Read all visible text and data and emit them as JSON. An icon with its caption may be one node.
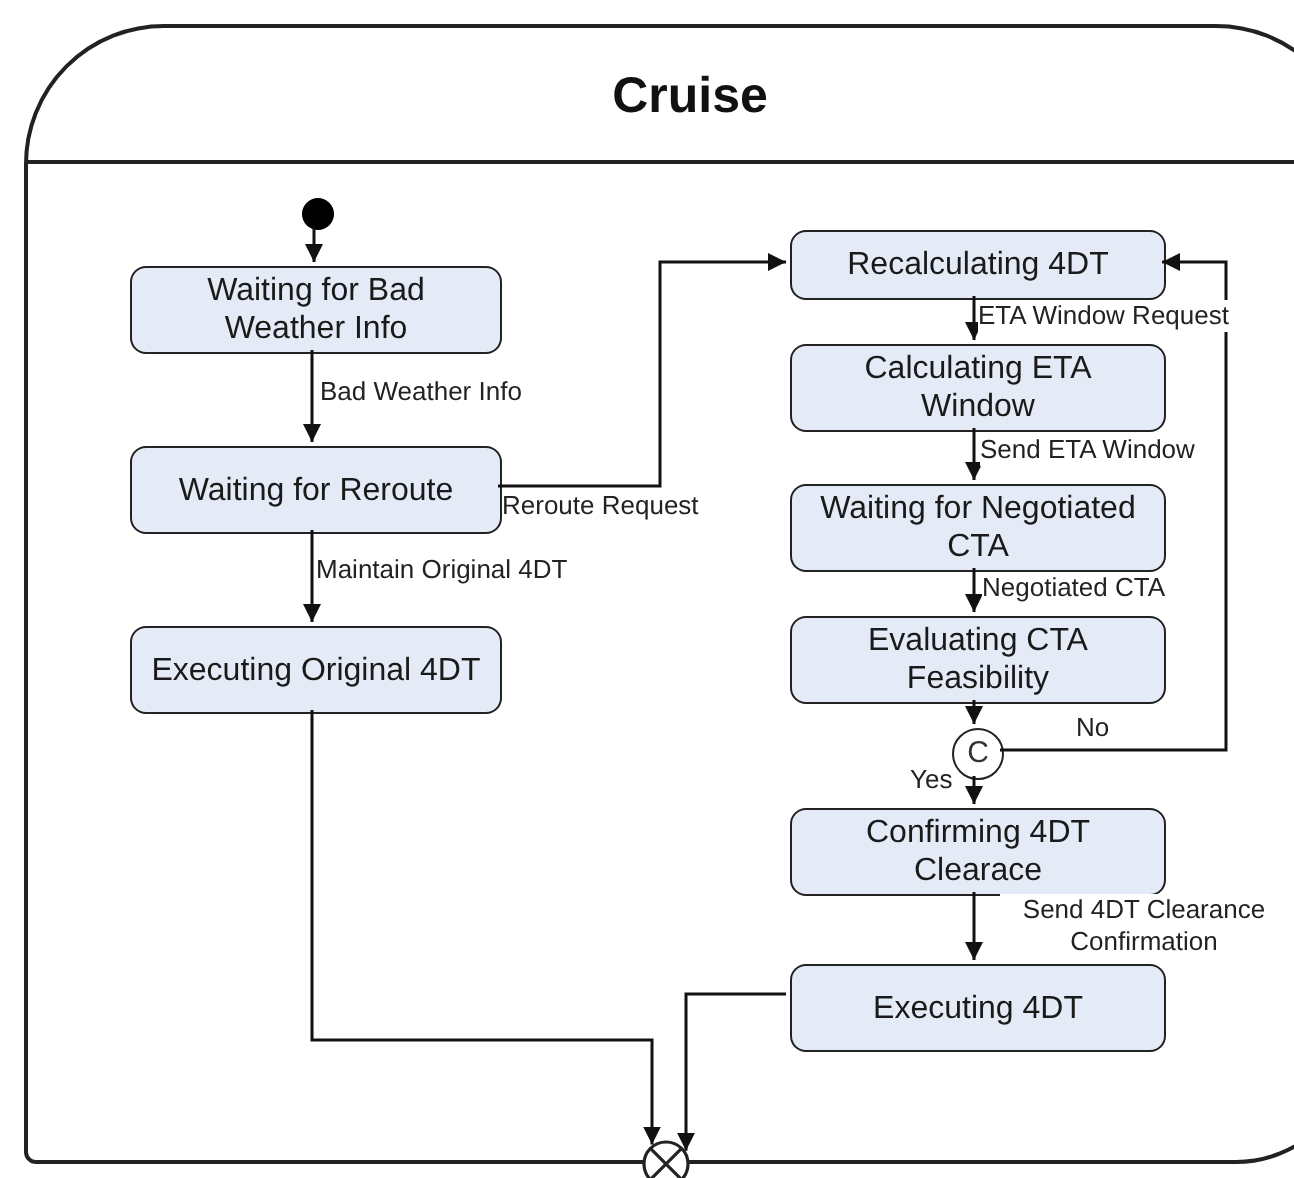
{
  "diagram": {
    "nodes": [
      {
        "text": [
          "Cruise"
        ]
      },
      {
        "text": [],
        "shape": "circle",
        "in": 0
      },
      {
        "text": [
          "Waiting for Bad Weather Info"
        ],
        "in": 0
      },
      {
        "text": [
          "Waiting for Reroute"
        ],
        "in": 0
      },
      {
        "text": [
          "Executing Original 4DT"
        ],
        "in": 0
      },
      {
        "text": [
          "Recalculating 4DT"
        ],
        "in": 0
      },
      {
        "text": [
          "Calculating ETA Window"
        ],
        "in": 0
      },
      {
        "text": [
          "Waiting for Negotiated CTA"
        ],
        "in": 0
      },
      {
        "text": [
          "Evaluating CTA Feasibility"
        ],
        "in": 0
      },
      {
        "text": [
          "C"
        ],
        "in": 0
      },
      {
        "text": [
          "Confirming 4DT Clearace"
        ],
        "in": 0
      },
      {
        "text": [
          "Executing 4DT"
        ],
        "in": 0
      },
      {
        "text": [],
        "shape": "circle"
      }
    ],
    "edges": [
      {
        "from": 1,
        "to": 2,
        "arrow": "to"
      },
      {
        "from": 2,
        "to": 3,
        "arrow": "to",
        "label": "Bad Weather Info"
      },
      {
        "from": 3,
        "to": 5,
        "arrow": "to",
        "label": "Reroute Request"
      },
      {
        "from": 3,
        "to": 4,
        "arrow": "to",
        "label": "Maintain Original 4DT"
      },
      {
        "from": 5,
        "to": 6,
        "arrow": "to",
        "label": "ETA Window Request"
      },
      {
        "from": 6,
        "to": 7,
        "arrow": "to",
        "label": "Send ETA Window"
      },
      {
        "from": 7,
        "to": 8,
        "arrow": "to",
        "label": "Negotiated CTA"
      },
      {
        "from": 8,
        "to": 9,
        "arrow": "to"
      },
      {
        "from": 9,
        "to": 5,
        "arrow": "to",
        "label": "No"
      },
      {
        "from": 9,
        "to": 10,
        "arrow": "to",
        "label": "Yes"
      },
      {
        "from": 10,
        "to": 11,
        "arrow": "to",
        "label": "Send 4DT Clearance Confirmation"
      },
      {
        "from": 4,
        "to": 12,
        "arrow": "to"
      },
      {
        "from": 11,
        "to": 12,
        "arrow": "to"
      }
    ]
  }
}
